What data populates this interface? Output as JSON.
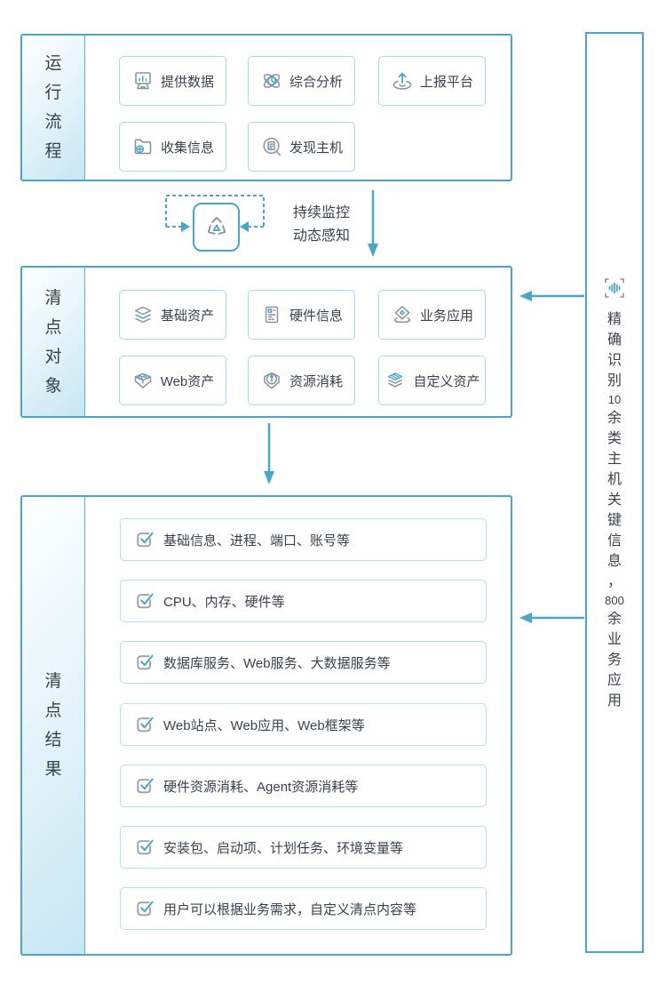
{
  "palette": {
    "primary_blue": "#4AA5C8",
    "card_border": "#A9DAEE",
    "row_border": "#B3DFF0",
    "icon_gray": "#8A929B",
    "icon_blue": "#4AA5C8",
    "text": "#39424C",
    "strip_gradient_start": "#FEFFFF",
    "strip_gradient_end": "#C8E6F3"
  },
  "sections": {
    "process": {
      "label": "运行流程",
      "cards": [
        {
          "icon": "monitor-chart-icon",
          "label": "提供数据"
        },
        {
          "icon": "atom-pie-icon",
          "label": "综合分析"
        },
        {
          "icon": "upload-platform-icon",
          "label": "上报平台"
        },
        {
          "icon": "folder-plus-icon",
          "label": "收集信息"
        },
        {
          "icon": "doc-magnifier-icon",
          "label": "发现主机"
        }
      ]
    },
    "objects": {
      "label": "清点对象",
      "cards": [
        {
          "icon": "layers-icon",
          "label": "基础资产"
        },
        {
          "icon": "hardware-icon",
          "label": "硬件信息"
        },
        {
          "icon": "diamond-app-icon",
          "label": "业务应用"
        },
        {
          "icon": "web-molecule-icon",
          "label": "Web资产"
        },
        {
          "icon": "gauge-box-icon",
          "label": "资源消耗"
        },
        {
          "icon": "stacked-sheets-icon",
          "label": "自定义资产"
        }
      ]
    },
    "results": {
      "label": "清点结果",
      "rows": [
        "基础信息、进程、端口、账号等",
        "CPU、内存、硬件等",
        "数据库服务、Web服务、大数据服务等",
        "Web站点、Web应用、Web框架等",
        "硬件资源消耗、Agent资源消耗等",
        "安装包、启动项、计划任务、环境变量等",
        "用户可以根据业务需求，自定义清点内容等"
      ]
    }
  },
  "loop": {
    "icon": "recycle-icon",
    "caption": [
      "持续监控",
      "动态感知"
    ]
  },
  "sidebar": {
    "icon": "waveform-scan-icon",
    "text": "精确识别10余类主机关键信息，800余业务应用"
  }
}
